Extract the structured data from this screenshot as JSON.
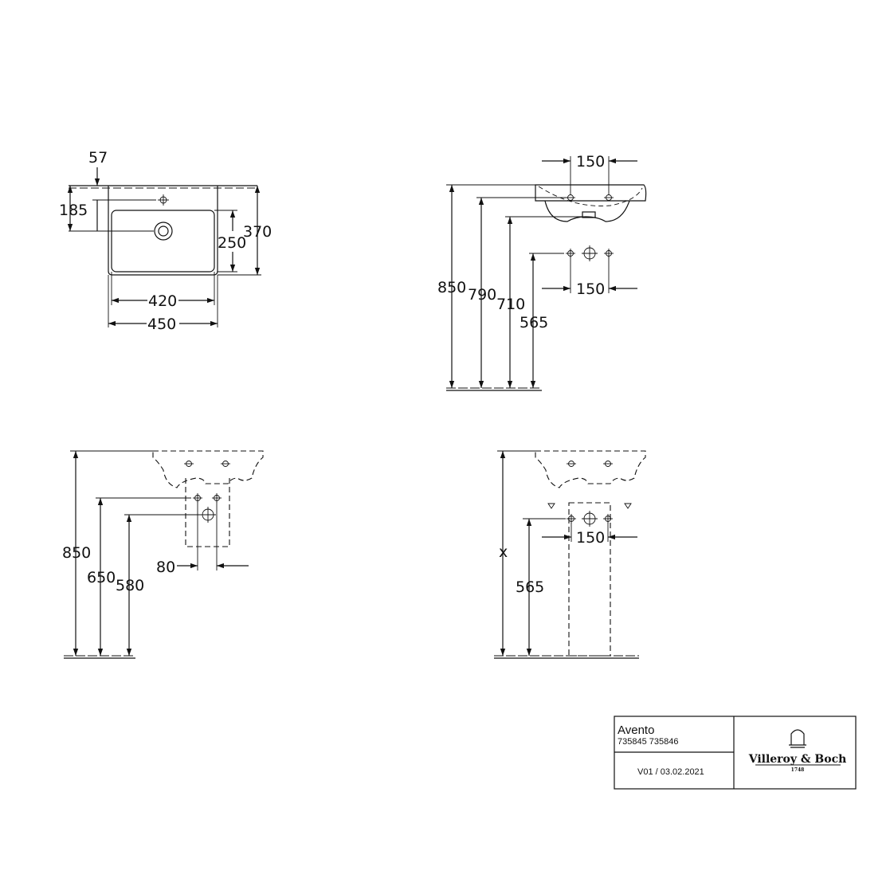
{
  "views": {
    "top": {
      "dims": {
        "d57": "57",
        "d185": "185",
        "d250": "250",
        "d370": "370",
        "d420": "420",
        "d450": "450"
      }
    },
    "side": {
      "dims": {
        "d150_top": "150",
        "d150_bottom": "150",
        "d850": "850",
        "d790": "790",
        "d710": "710",
        "d565": "565"
      }
    },
    "semipedestal": {
      "dims": {
        "d850": "850",
        "d650": "650",
        "d580": "580",
        "d80": "80"
      }
    },
    "pedestal": {
      "dims": {
        "dx": "x",
        "d565": "565",
        "d150": "150"
      }
    }
  },
  "titleblock": {
    "product": "Avento",
    "codes": "735845 735846",
    "version": "V01 / 03.02.2021",
    "brand": "Villeroy & Boch",
    "year": "1748"
  },
  "icons": {
    "logo": "faucet-arch-icon",
    "tap_hole": "crosshair-circle-icon",
    "waste": "drain-circle-icon"
  }
}
